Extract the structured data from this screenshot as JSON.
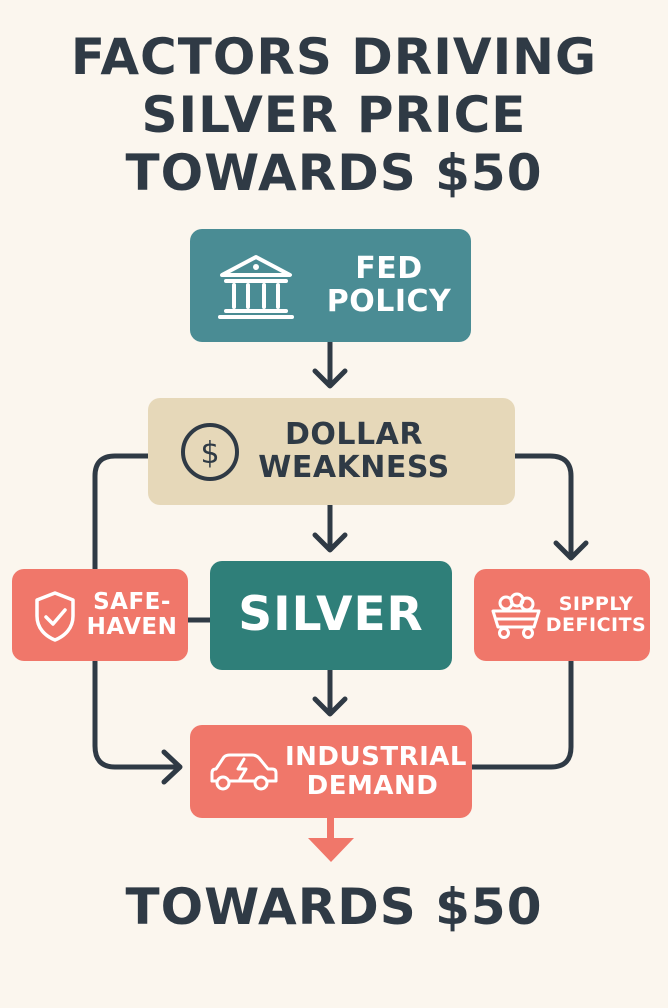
{
  "title": {
    "line1": "FACTORS DRIVING",
    "line2": "SILVER PRICE",
    "line3": "TOWARDS $50"
  },
  "nodes": {
    "fed_policy": {
      "line1": "FED",
      "line2": "POLICY",
      "icon": "bank-building-icon"
    },
    "dollar_weakness": {
      "line1": "DOLLAR",
      "line2": "WEAKNESS",
      "icon": "dollar-coin-icon"
    },
    "silver": {
      "label": "SILVER"
    },
    "safe_haven": {
      "line1": "SAFE-",
      "line2": "HAVEN",
      "icon": "shield-check-icon"
    },
    "supply_deficits": {
      "line1": "SIPPLY",
      "line2": "DEFICITS",
      "icon": "mine-cart-icon"
    },
    "industrial_demand": {
      "line1": "INDUSTRIAL",
      "line2": "DEMAND",
      "icon": "electric-car-icon"
    }
  },
  "bottom_label": "TOWARDS $50",
  "colors": {
    "background": "#fbf6ee",
    "text_dark": "#2f3a45",
    "fed": "#4a8c94",
    "dollar": "#e6d8b9",
    "silver": "#2f7f79",
    "coral": "#f0776a",
    "connector": "#2f3a45",
    "final_arrow": "#f0776a"
  }
}
